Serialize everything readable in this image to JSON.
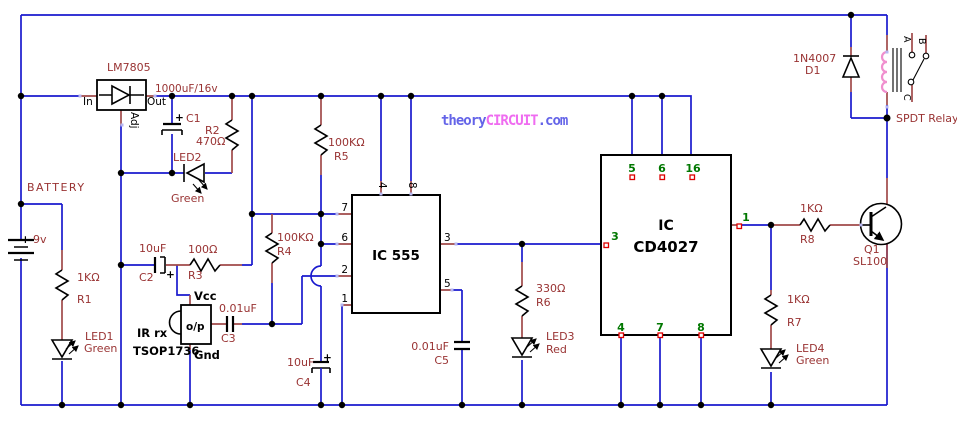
{
  "colors": {
    "wire_blue": "#1a1ace",
    "lead_red": "#a04a4a",
    "label_dark_red": "#993333",
    "pin_green": "#007700",
    "pin_square_red": "#dd0000",
    "coil_pink": "#f08fce",
    "watermark_blue": "#6464e8",
    "watermark_pink": "#ef6cf0"
  },
  "watermark": {
    "part1": "theory",
    "part2": "CIRCUIT",
    "part3": ".com"
  },
  "battery": {
    "label": "BATTERY",
    "plus": "+",
    "voltage": "9v"
  },
  "regulator": {
    "name": "LM7805",
    "pin_in": "In",
    "pin_out": "Out",
    "pin_adj": "Adj"
  },
  "c1": {
    "value": "1000uF/16v",
    "ref": "C1",
    "plus": "+"
  },
  "c2": {
    "value": "10uF",
    "ref": "C2",
    "plus": "+"
  },
  "c3": {
    "value": "0.01uF",
    "ref": "C3"
  },
  "c4": {
    "value": "10uF",
    "ref": "C4",
    "plus": "+"
  },
  "c5": {
    "value": "0.01uF",
    "ref": "C5"
  },
  "r1": {
    "value": "1KΩ",
    "ref": "R1"
  },
  "r2": {
    "ref": "R2",
    "value": "470Ω"
  },
  "r3": {
    "value": "100Ω",
    "ref": "R3"
  },
  "r4": {
    "value": "100KΩ",
    "ref": "R4"
  },
  "r5": {
    "value": "100KΩ",
    "ref": "R5"
  },
  "r6": {
    "value": "330Ω",
    "ref": "R6"
  },
  "r7": {
    "value": "1KΩ",
    "ref": "R7"
  },
  "r8": {
    "value": "1KΩ",
    "ref": "R8"
  },
  "led1": {
    "ref": "LED1",
    "color": "Green"
  },
  "led2": {
    "ref": "LED2",
    "color": "Green"
  },
  "led3": {
    "ref": "LED3",
    "color": "Red"
  },
  "led4": {
    "ref": "LED4",
    "color": "Green"
  },
  "ir": {
    "line1": "IR rx",
    "line2": "TSOP1736",
    "vcc": "Vcc",
    "op": "o/p",
    "gnd": "Gnd"
  },
  "ic555": {
    "label": "IC 555",
    "p7": "7",
    "p6": "6",
    "p2": "2",
    "p1": "1",
    "p4": "4",
    "p8": "8",
    "p3": "3",
    "p5": "5"
  },
  "cd4027": {
    "l1": "IC",
    "l2": "CD4027",
    "p5": "5",
    "p6": "6",
    "p16": "16",
    "p3": "3",
    "p1": "1",
    "p4": "4",
    "p7": "7",
    "p8": "8"
  },
  "d1": {
    "part": "1N4007",
    "ref": "D1"
  },
  "q1": {
    "ref": "Q1",
    "part": "SL100"
  },
  "relay": {
    "label": "SPDT Relay",
    "a": "A",
    "b": "B",
    "c": "C"
  }
}
